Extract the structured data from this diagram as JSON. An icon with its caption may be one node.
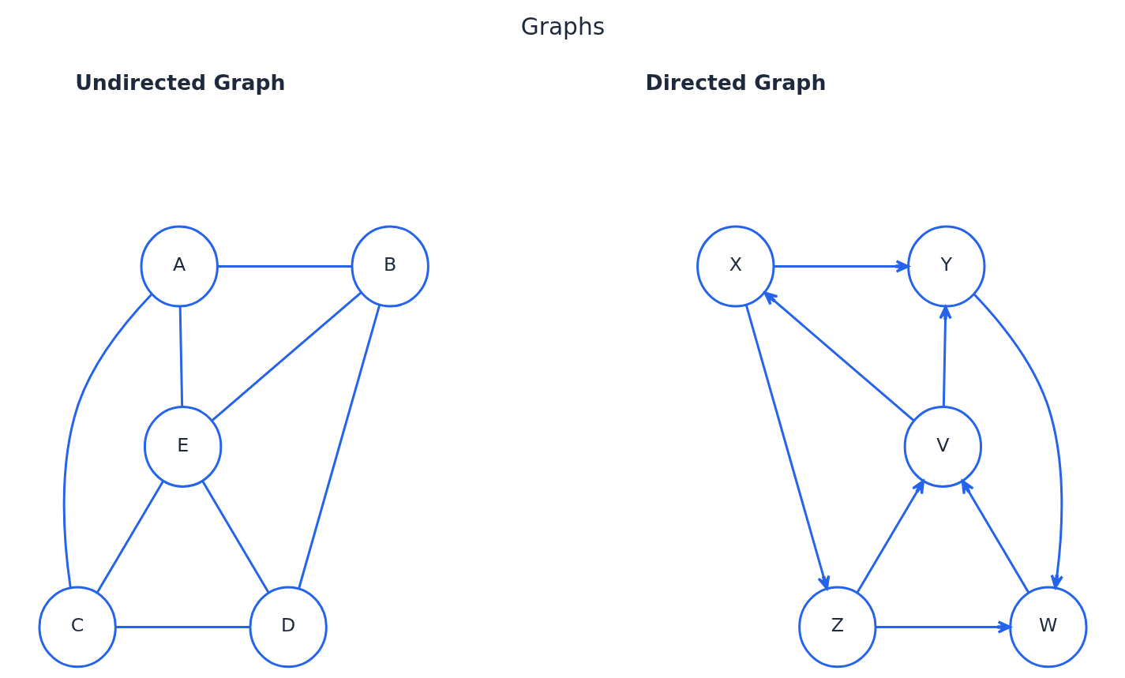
{
  "diagram": {
    "title": "Graphs",
    "nodes": [
      {
        "text": [
          "A"
        ]
      },
      {
        "text": [
          "B"
        ]
      },
      {
        "text": [
          "E"
        ]
      },
      {
        "text": [
          "C"
        ]
      },
      {
        "text": [
          "D"
        ]
      },
      {
        "text": [
          "X"
        ]
      },
      {
        "text": [
          "Y"
        ]
      },
      {
        "text": [
          "V"
        ]
      },
      {
        "text": [
          "Z"
        ]
      },
      {
        "text": [
          "W"
        ]
      }
    ],
    "edges": [
      {
        "from": 0,
        "to": 1,
        "arrow": "none"
      },
      {
        "from": 0,
        "to": 3,
        "arrow": "none"
      },
      {
        "from": 0,
        "to": 2,
        "arrow": "none"
      },
      {
        "from": 1,
        "to": 2,
        "arrow": "none"
      },
      {
        "from": 1,
        "to": 4,
        "arrow": "none"
      },
      {
        "from": 3,
        "to": 2,
        "arrow": "none"
      },
      {
        "from": 2,
        "to": 4,
        "arrow": "none"
      },
      {
        "from": 3,
        "to": 4,
        "arrow": "none"
      },
      {
        "from": 5,
        "to": 6,
        "arrow": "to"
      },
      {
        "from": 5,
        "to": 8,
        "arrow": "to"
      },
      {
        "from": 7,
        "to": 5,
        "arrow": "to"
      },
      {
        "from": 7,
        "to": 6,
        "arrow": "to"
      },
      {
        "from": 6,
        "to": 9,
        "arrow": "to"
      },
      {
        "from": 8,
        "to": 7,
        "arrow": "to"
      },
      {
        "from": 8,
        "to": 9,
        "arrow": "to"
      },
      {
        "from": 9,
        "to": 7,
        "arrow": "to"
      }
    ],
    "labels": [
      "Undirected Graph",
      "Directed Graph"
    ]
  }
}
